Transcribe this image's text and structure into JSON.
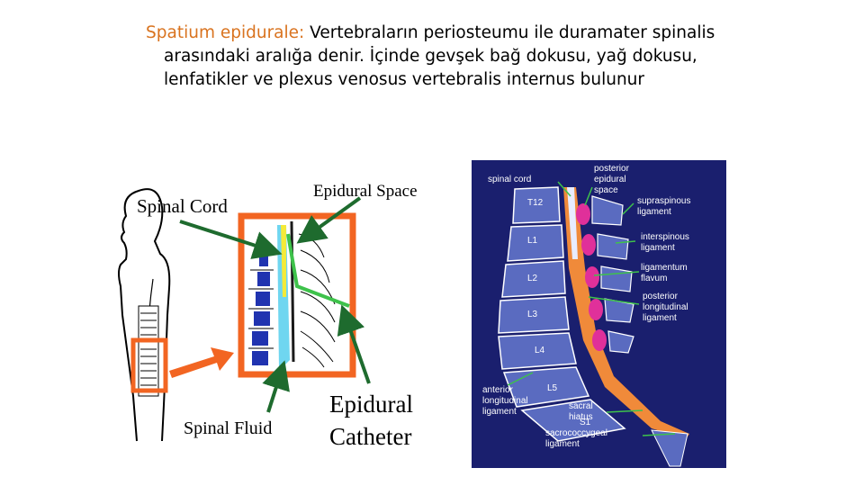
{
  "paragraph": {
    "term": "Spatium epidurale:",
    "text": " Vertebraların periosteumu ile duramater spinalis arasındaki aralığa denir. İçinde gevşek bağ dokusu, yağ dokusu, lenfatikler ve plexus venosus vertebralis internus bulunur"
  },
  "left_diagram": {
    "labels": {
      "spinal_cord": "Spinal Cord",
      "epidural_space": "Epidural Space",
      "spinal_fluid": "Spinal Fluid",
      "epidural": "Epidural",
      "catheter": "Catheter"
    }
  },
  "right_diagram": {
    "labels": {
      "spinal_cord": "spinal cord",
      "posterior_1": "posterior",
      "posterior_2": "epidural",
      "posterior_3": "space",
      "supraspinous_1": "supraspinous",
      "supraspinous_2": "ligament",
      "interspinous_1": "interspinous",
      "interspinous_2": "ligament",
      "flavum_1": "ligamentum",
      "flavum_2": "flavum",
      "post_long_1": "posterior",
      "post_long_2": "longitudinal",
      "post_long_3": "ligament",
      "ant_long_1": "anterior",
      "ant_long_2": "longitudinal",
      "ant_long_3": "ligament",
      "sacral_1": "sacral",
      "sacral_2": "hiatus",
      "sacro_1": "sacrococcygeal",
      "sacro_2": "ligament"
    },
    "vertebrae": [
      "T12",
      "L1",
      "L2",
      "L3",
      "L4",
      "L5",
      "S1"
    ]
  },
  "colors": {
    "title_accent": "#d9731f",
    "frame_orange": "#f26522",
    "arrow_green": "#1e6b2e",
    "bright_green": "#3ec24b",
    "navy_bg": "#1a1f6e",
    "magenta": "#e0309a"
  }
}
